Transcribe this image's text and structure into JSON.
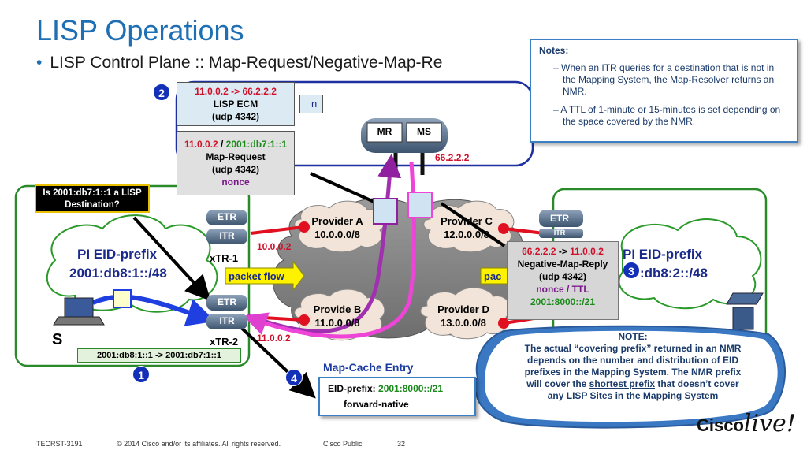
{
  "title": "LISP Operations",
  "subtitle": "LISP Control Plane :: Map-Request/Negative-Map-Re",
  "notes": {
    "header": "Notes:",
    "items": [
      "When an ITR queries for a destination that is not in the Mapping System, the Map-Resolver returns an NMR.",
      "A TTL of 1-minute or 15-minutes is set depending on the space covered by the NMR."
    ]
  },
  "ecm": {
    "src": "11.0.0.2",
    "arrow": " -> ",
    "dst": "66.2.2.2",
    "line2": "LISP ECM",
    "line3": "(udp 4342)"
  },
  "map_request": {
    "src": "11.0.0.2",
    "sep": " / ",
    "dst": "2001:db7:1::1",
    "line2": "Map-Request",
    "line3": "(udp 4342)",
    "line4": "nonce"
  },
  "mapping_system": {
    "mr": "MR",
    "ms": "MS",
    "ip": "66.2.2.2",
    "partial": "n"
  },
  "question": "Is 2001:db7:1::1 a LISP Destination?",
  "left_site": {
    "prefix_label": "PI EID-prefix",
    "prefix": "2001:db8:1::/48",
    "host": "S",
    "flow": "2001:db8:1::1 -> 2001:db7:1::1"
  },
  "right_site": {
    "prefix_label": "PI EID-prefix",
    "prefix": ":db8:2::/48"
  },
  "routers": {
    "xtr1": {
      "etr": "ETR",
      "itr": "ITR",
      "name": "xTR-1",
      "ip": "10.0.0.2"
    },
    "xtr2": {
      "etr": "ETR",
      "itr": "ITR",
      "name": "xTR-2",
      "ip": "11.0.0.2"
    },
    "right_top": {
      "etr": "ETR",
      "itr": "ITR"
    }
  },
  "providers": {
    "a": {
      "name": "Provider A",
      "prefix": "10.0.0.0/8"
    },
    "b": {
      "name": "Provide  B",
      "prefix": "11.0.0.0/8"
    },
    "c": {
      "name": "Provider C",
      "prefix": "12.0.0.0/8"
    },
    "d": {
      "name": "Provider D",
      "prefix": "13.0.0.0/8"
    }
  },
  "packet_flow": {
    "left": "packet flow",
    "right": "pac"
  },
  "nmr": {
    "src": "66.2.2.2",
    "arrow": " -> ",
    "dst": "11.0.0.2",
    "line2": "Negative-Map-Reply",
    "line3": "(udp 4342)",
    "nonce": "nonce",
    "sep": " / ",
    "ttl": "TTL",
    "prefix": "2001:8000::/21"
  },
  "map_cache": {
    "title": "Map-Cache Entry",
    "prefix_label": "EID-prefix:",
    "prefix": "2001:8000::/21",
    "action": "forward-native"
  },
  "note_bubble": {
    "header": "NOTE:",
    "line1": "The actual “covering prefix” returned in an NMR",
    "line2": "depends on the number and distribution of EID",
    "line3": "prefixes in the Mapping System. The NMR prefix",
    "line4_pre": "will cover the ",
    "line4_u": "shortest prefix",
    "line4_post": " that doesn’t cover",
    "line5": "any LISP Sites in the Mapping System"
  },
  "steps": [
    "1",
    "2",
    "3",
    "4"
  ],
  "footer": {
    "code": "TECRST-3191",
    "copyright": "© 2014 Cisco and/or its affiliates. All rights reserved.",
    "classification": "Cisco Public",
    "page": "32"
  },
  "logo": {
    "text": "Cisco",
    "script": "live!"
  },
  "colors": {
    "title": "#1f6fb5",
    "step": "#1330b8",
    "red": "#d0102a",
    "green": "#1a8a1a",
    "magenta": "#e040d0",
    "purple": "#9020a0",
    "blue_flow": "#1f3fe0"
  }
}
